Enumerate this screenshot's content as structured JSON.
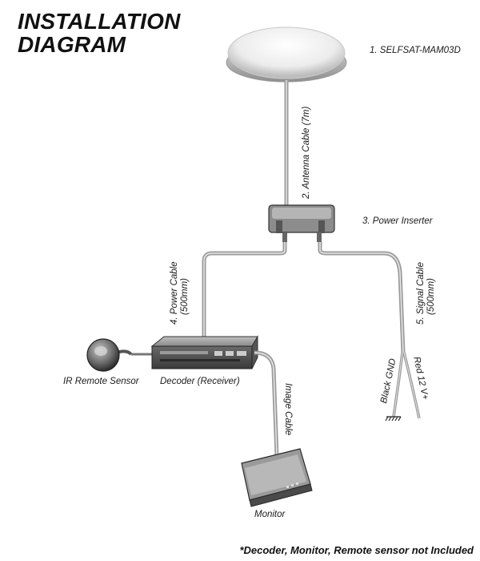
{
  "title": {
    "line1": "INSTALLATION",
    "line2": "DIAGRAM"
  },
  "components": {
    "antenna": "1. SELFSAT-MAM03D",
    "antenna_cable": "2. Antenna Cable (7m)",
    "power_inserter": "3. Power Inserter",
    "power_cable": {
      "line1": "4. Power Cable",
      "line2": "(500mm)"
    },
    "signal_cable": {
      "line1": "5. Signal Cable",
      "line2": "(500mm)"
    },
    "ir_sensor": "IR Remote Sensor",
    "decoder": "Decoder (Receiver)",
    "image_cable": "Image Cable",
    "monitor": "Monitor",
    "black_gnd": "Black GND",
    "red_12v": "Red 12 V+"
  },
  "footnote": "*Decoder, Monitor, Remote sensor not Included"
}
